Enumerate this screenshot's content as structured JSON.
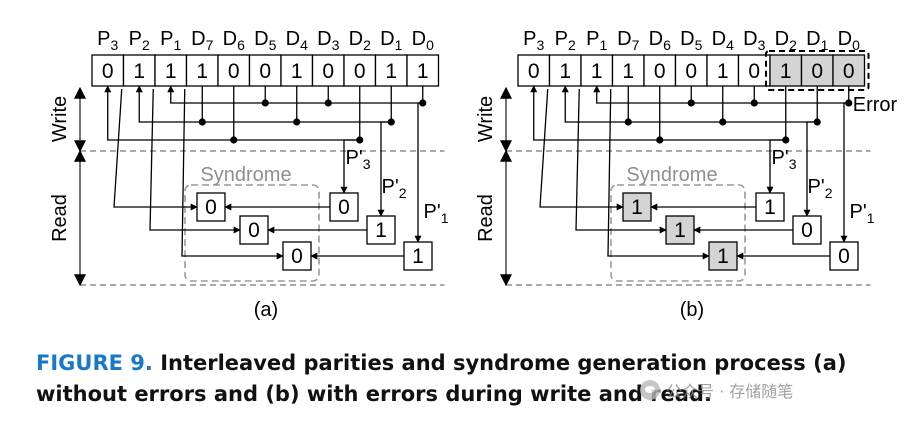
{
  "panel_a": {
    "header": [
      "P3",
      "P2",
      "P1",
      "D7",
      "D6",
      "D5",
      "D4",
      "D3",
      "D2",
      "D1",
      "D0"
    ],
    "bits": [
      "0",
      "1",
      "1",
      "1",
      "0",
      "0",
      "1",
      "0",
      "0",
      "1",
      "1"
    ],
    "side_write": "Write",
    "side_read": "Read",
    "syndrome_title": "Syndrome",
    "regen": [
      {
        "label": "P'3",
        "value": "0"
      },
      {
        "label": "P'2",
        "value": "1"
      },
      {
        "label": "P'1",
        "value": "1"
      }
    ],
    "syndrome": [
      "0",
      "0",
      "0"
    ],
    "sublabel": "(a)"
  },
  "panel_b": {
    "header": [
      "P3",
      "P2",
      "P1",
      "D7",
      "D6",
      "D5",
      "D4",
      "D3",
      "D2",
      "D1",
      "D0"
    ],
    "bits": [
      "0",
      "1",
      "1",
      "1",
      "0",
      "0",
      "1",
      "0",
      "1",
      "0",
      "0"
    ],
    "error_label": "Error",
    "side_write": "Write",
    "side_read": "Read",
    "syndrome_title": "Syndrome",
    "regen": [
      {
        "label": "P'3",
        "value": "1"
      },
      {
        "label": "P'2",
        "value": "0"
      },
      {
        "label": "P'1",
        "value": "0"
      }
    ],
    "syndrome": [
      "1",
      "1",
      "1"
    ],
    "sublabel": "(b)"
  },
  "caption": {
    "label": "FIGURE 9.",
    "text": "Interleaved parities and syndrome generation process (a) without errors and (b) with errors during write and read."
  },
  "watermark": "公众号 · 存储随笔",
  "colors": {
    "caption_label": "#1a78c8",
    "error_fill": "#d4d4d4",
    "dashed_gray": "#9a9a9a"
  }
}
